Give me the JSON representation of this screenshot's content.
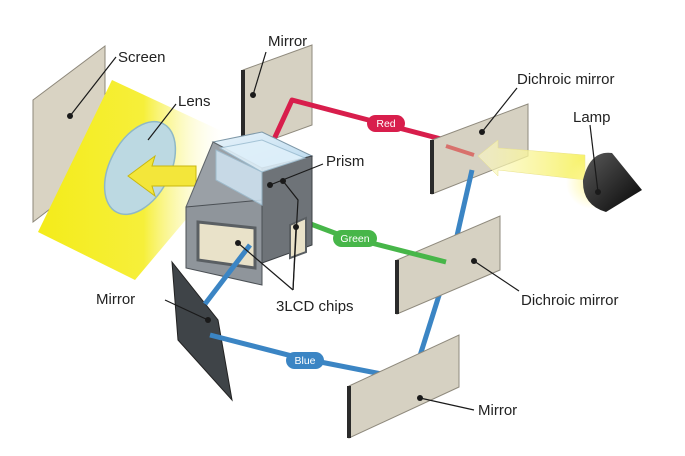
{
  "labels": {
    "screen": "Screen",
    "lens": "Lens",
    "mirror_top": "Mirror",
    "dichroic_top": "Dichroic mirror",
    "lamp": "Lamp",
    "prism": "Prism",
    "lcd_chips": "3LCD chips",
    "dichroic_mid": "Dichroic mirror",
    "mirror_left": "Mirror",
    "mirror_bottom": "Mirror"
  },
  "beams": {
    "red": "Red",
    "green": "Green",
    "blue": "Blue"
  },
  "colors": {
    "red": "#d81e4c",
    "green": "#47b649",
    "blue": "#3b85c4",
    "yellow": "#f2ea1e",
    "mirror_fill": "#d6d1c2",
    "mirror_edge": "#2a2a2a"
  }
}
